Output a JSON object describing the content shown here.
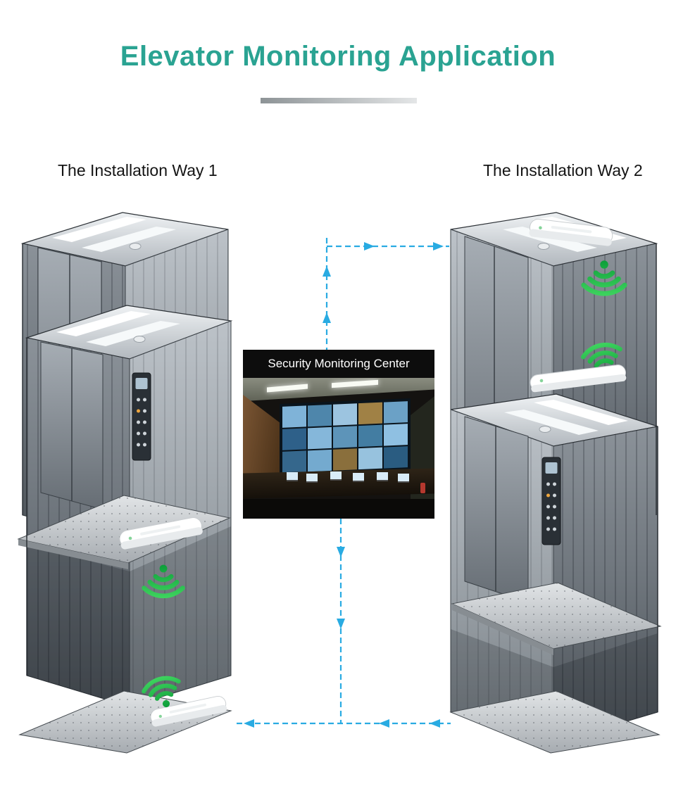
{
  "page": {
    "title": "Elevator Monitoring Application",
    "title_color": "#2aa392",
    "background": "#ffffff"
  },
  "labels": {
    "way1": "The Installation Way 1",
    "way2": "The Installation Way 2"
  },
  "monitoring_center": {
    "title": "Security Monitoring Center",
    "panel_bg": "#0d0d0d",
    "title_color": "#ffffff"
  },
  "connectors": {
    "line_color": "#29abe2",
    "line_style": "dashed",
    "arrow_color": "#29abe2"
  },
  "icons": {
    "wifi_signal": "green concentric wifi arcs",
    "wifi_color": "#17b142",
    "access_point": "white rounded wireless AP device"
  }
}
